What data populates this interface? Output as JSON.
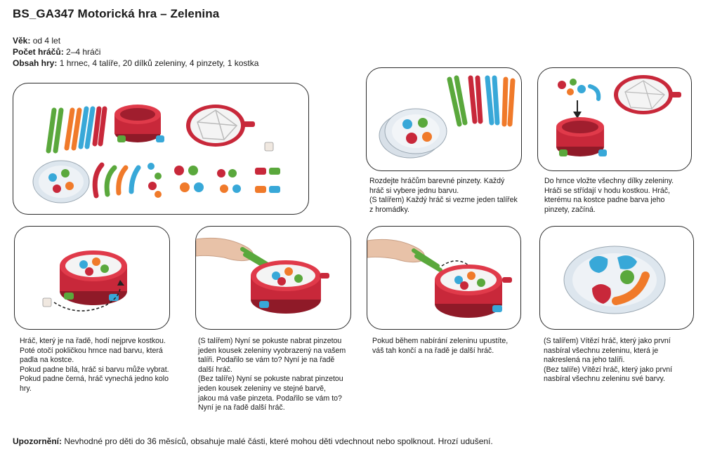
{
  "title": "BS_GA347 Motorická hra – Zelenina",
  "meta": {
    "age_label": "Věk:",
    "age_value": " od 4 let",
    "players_label": "Počet hráčů:",
    "players_value": " 2–4 hráči",
    "contents_label": "Obsah hry:",
    "contents_value": " 1 hrnec, 4 talíře, 20 dílků zeleniny, 4 pinzety, 1 kostka"
  },
  "captions": {
    "step1": [
      "Rozdejte hráčům barevné pinzety. Každý",
      "hráč si vybere jednu barvu.",
      "(S talířem) Každý hráč si vezme jeden talířek",
      "z hromádky."
    ],
    "step2": [
      "Do hrnce vložte všechny dílky zeleniny.",
      "Hráči se střídají v hodu kostkou. Hráč,",
      "kterému na kostce padne barva jeho",
      "pinzety, začíná."
    ],
    "step3": [
      "Hráč, který je na řadě, hodí nejprve kostkou.",
      "Poté otočí pokličkou hrnce nad barvu, která",
      "padla na kostce.",
      "Pokud padne bílá, hráč si barvu může vybrat.",
      "Pokud padne černá, hráč vynechá jedno kolo",
      "hry."
    ],
    "step4": [
      "(S talířem) Nyní se pokuste nabrat pinzetou",
      "jeden kousek zeleniny vyobrazený na vašem",
      "talíři. Podařilo se vám to? Nyní je na řadě",
      "další hráč.",
      "(Bez talíře) Nyní se pokuste nabrat pinzetou",
      "jeden kousek zeleniny ve stejné barvě,",
      "jakou má vaše pinzeta. Podařilo se vám to?",
      "Nyní je na řadě další hráč."
    ],
    "step5": [
      "Pokud během nabírání zeleninu upustíte,",
      "váš tah končí a na řadě je další hráč."
    ],
    "step6": [
      "(S talířem) Vítězí hráč, který jako první",
      "nasbíral všechnu zeleninu, která je",
      "nakreslená na jeho talíři.",
      "(Bez talíře) Vítězí hráč, který jako první",
      "nasbíral všechnu zeleninu své barvy."
    ]
  },
  "footer": {
    "label": "Upozornění:",
    "text": " Nevhodné pro děti do 36 měsíců, obsahuje malé části, které mohou děti vdechnout nebo spolknout. Hrozí udušení."
  },
  "colors": {
    "pot_red": "#c8283a",
    "green": "#5aa83c",
    "orange": "#f07a2a",
    "blue": "#38a8d8",
    "border": "#2a2a2a"
  }
}
